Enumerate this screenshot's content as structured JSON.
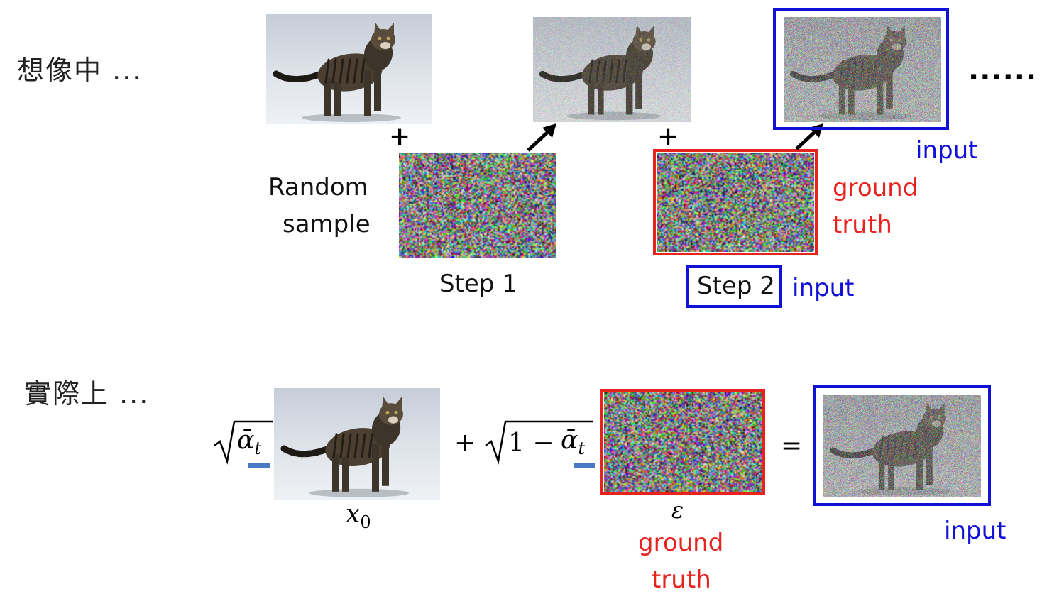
{
  "top": {
    "heading": "想像中 ...",
    "plus": "+",
    "random_sample_line1": "Random",
    "random_sample_line2": "sample",
    "step1": "Step 1",
    "step2": "Step 2",
    "input_label_step2": "input",
    "input_label_top": "input",
    "ground_truth_line1": "ground",
    "ground_truth_line2": "truth",
    "ellipsis": "......"
  },
  "bottom": {
    "heading": "實際上 ...",
    "alpha_bar_t": "ᾱ",
    "sub_t": "t",
    "plus": "+",
    "one_minus": "1 −",
    "x0_label": "x",
    "x0_sub": "0",
    "epsilon": "ε",
    "equals": "=",
    "ground_truth_line1": "ground",
    "ground_truth_line2": "truth",
    "input_label": "input"
  },
  "colors": {
    "input_blue": "#1010d8",
    "ground_truth_red": "#e8231e",
    "underline_blue": "#4a78c6"
  }
}
